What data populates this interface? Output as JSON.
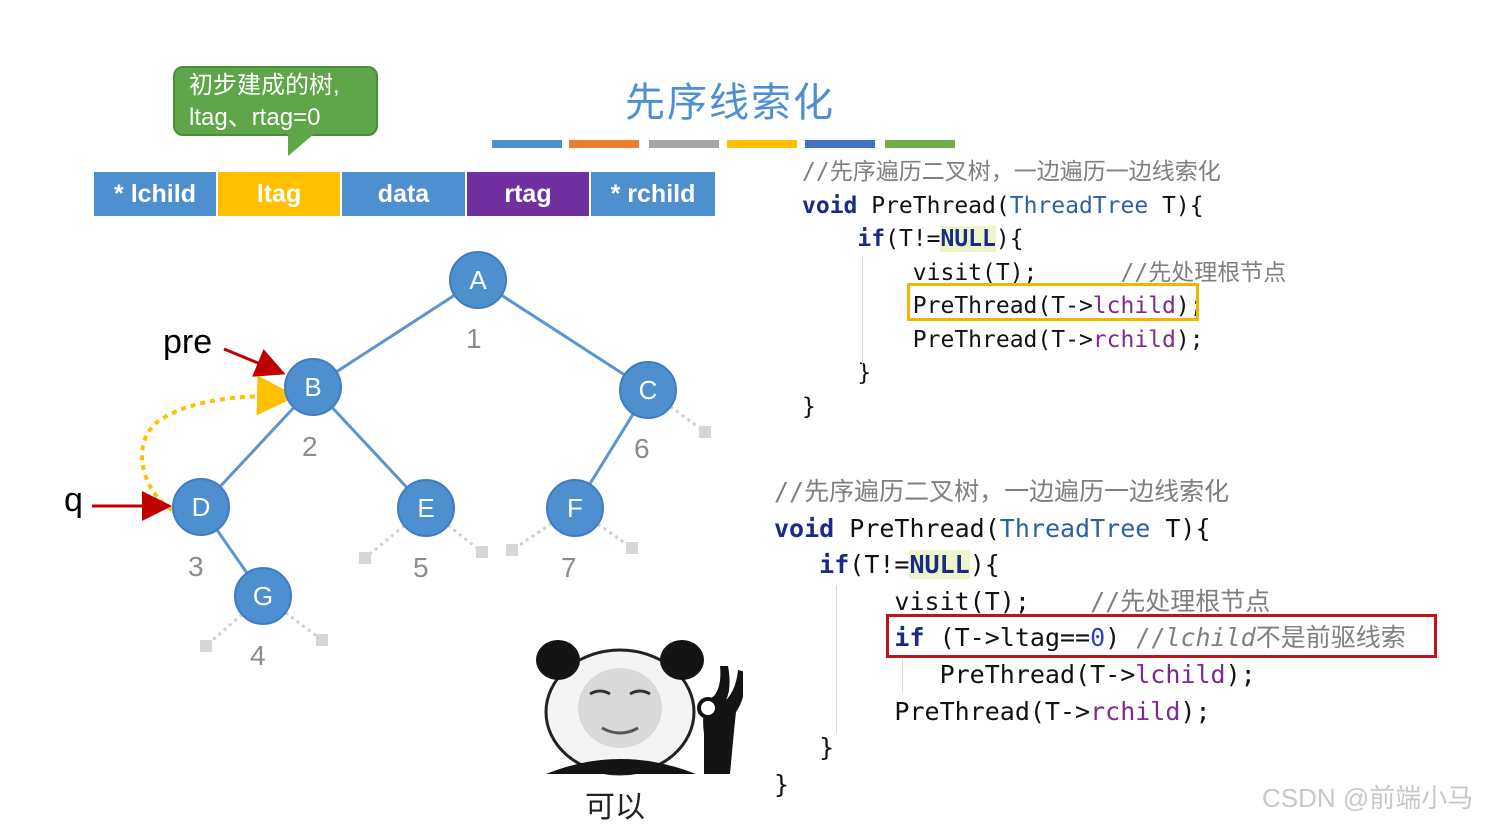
{
  "title": "先序线索化",
  "bubble": {
    "line1": "初步建成的树,",
    "line2": "ltag、rtag=0"
  },
  "title_bar_colors": [
    "#4e8fd0",
    "#ed7d31",
    "#a5a5a5",
    "#ffc000",
    "#4472c4",
    "#70ad47"
  ],
  "fields": [
    {
      "label": "* lchild",
      "color": "#4e8fd0"
    },
    {
      "label": "ltag",
      "color": "#ffc000"
    },
    {
      "label": "data",
      "color": "#4e8fd0"
    },
    {
      "label": "rtag",
      "color": "#7030a0"
    },
    {
      "label": "* rchild",
      "color": "#4e8fd0"
    }
  ],
  "tree": {
    "nodes": [
      {
        "id": "A",
        "order": "1"
      },
      {
        "id": "B",
        "order": "2"
      },
      {
        "id": "C",
        "order": "6"
      },
      {
        "id": "D",
        "order": "3"
      },
      {
        "id": "E",
        "order": "5"
      },
      {
        "id": "F",
        "order": "7"
      },
      {
        "id": "G",
        "order": "4"
      }
    ],
    "edges": [
      [
        "A",
        "B"
      ],
      [
        "A",
        "C"
      ],
      [
        "B",
        "D"
      ],
      [
        "B",
        "E"
      ],
      [
        "C",
        "F"
      ],
      [
        "D",
        "G"
      ]
    ],
    "pre_label": "pre",
    "q_label": "q",
    "node_color": "#4e8fd0",
    "edge_color": "#5b95cf",
    "thread_color": "#ffc000",
    "pointer_color": "#c00000"
  },
  "code1": {
    "comment": "//先序遍历二叉树，一边遍历一边线索化",
    "line_void": "void",
    "sig_name": " PreThread(",
    "sig_type": "ThreadTree",
    "sig_end": " T){",
    "if_kw": "if",
    "if_open": "(T!=",
    "null": "NULL",
    "if_close": "){",
    "visit": "visit(T);",
    "visit_comment": "//先处理根节点",
    "call_l_pre": "PreThread(T->",
    "lchild": "lchild",
    "call_end": ");",
    "call_r_pre": "PreThread(T->",
    "rchild": "rchild",
    "brace_inner": "}",
    "brace_outer": "}"
  },
  "code2": {
    "comment": "//先序遍历二叉树，一边遍历一边线索化",
    "line_void": "void",
    "sig_name": " PreThread(",
    "sig_type": "ThreadTree",
    "sig_end": " T){",
    "if_kw": "if",
    "if_open": "(T!=",
    "null": "NULL",
    "if_close": "){",
    "visit": "visit(T);",
    "visit_comment": "//先处理根节点",
    "cond_kw": "if",
    "cond_pre": " (T->ltag==",
    "cond_zero": "0",
    "cond_close": ") ",
    "cond_comment_slashes": "//",
    "cond_comment_field": "lchild",
    "cond_comment_text": "不是前驱线索",
    "call_l_pre": "PreThread(T->",
    "lchild": "lchild",
    "call_end": ");",
    "call_r_pre": "PreThread(T->",
    "rchild": "rchild",
    "brace_inner": "}",
    "brace_outer": "}"
  },
  "meme": {
    "caption": "可以",
    "icon": "panda-ok-meme"
  },
  "watermark": "CSDN @前端小马"
}
